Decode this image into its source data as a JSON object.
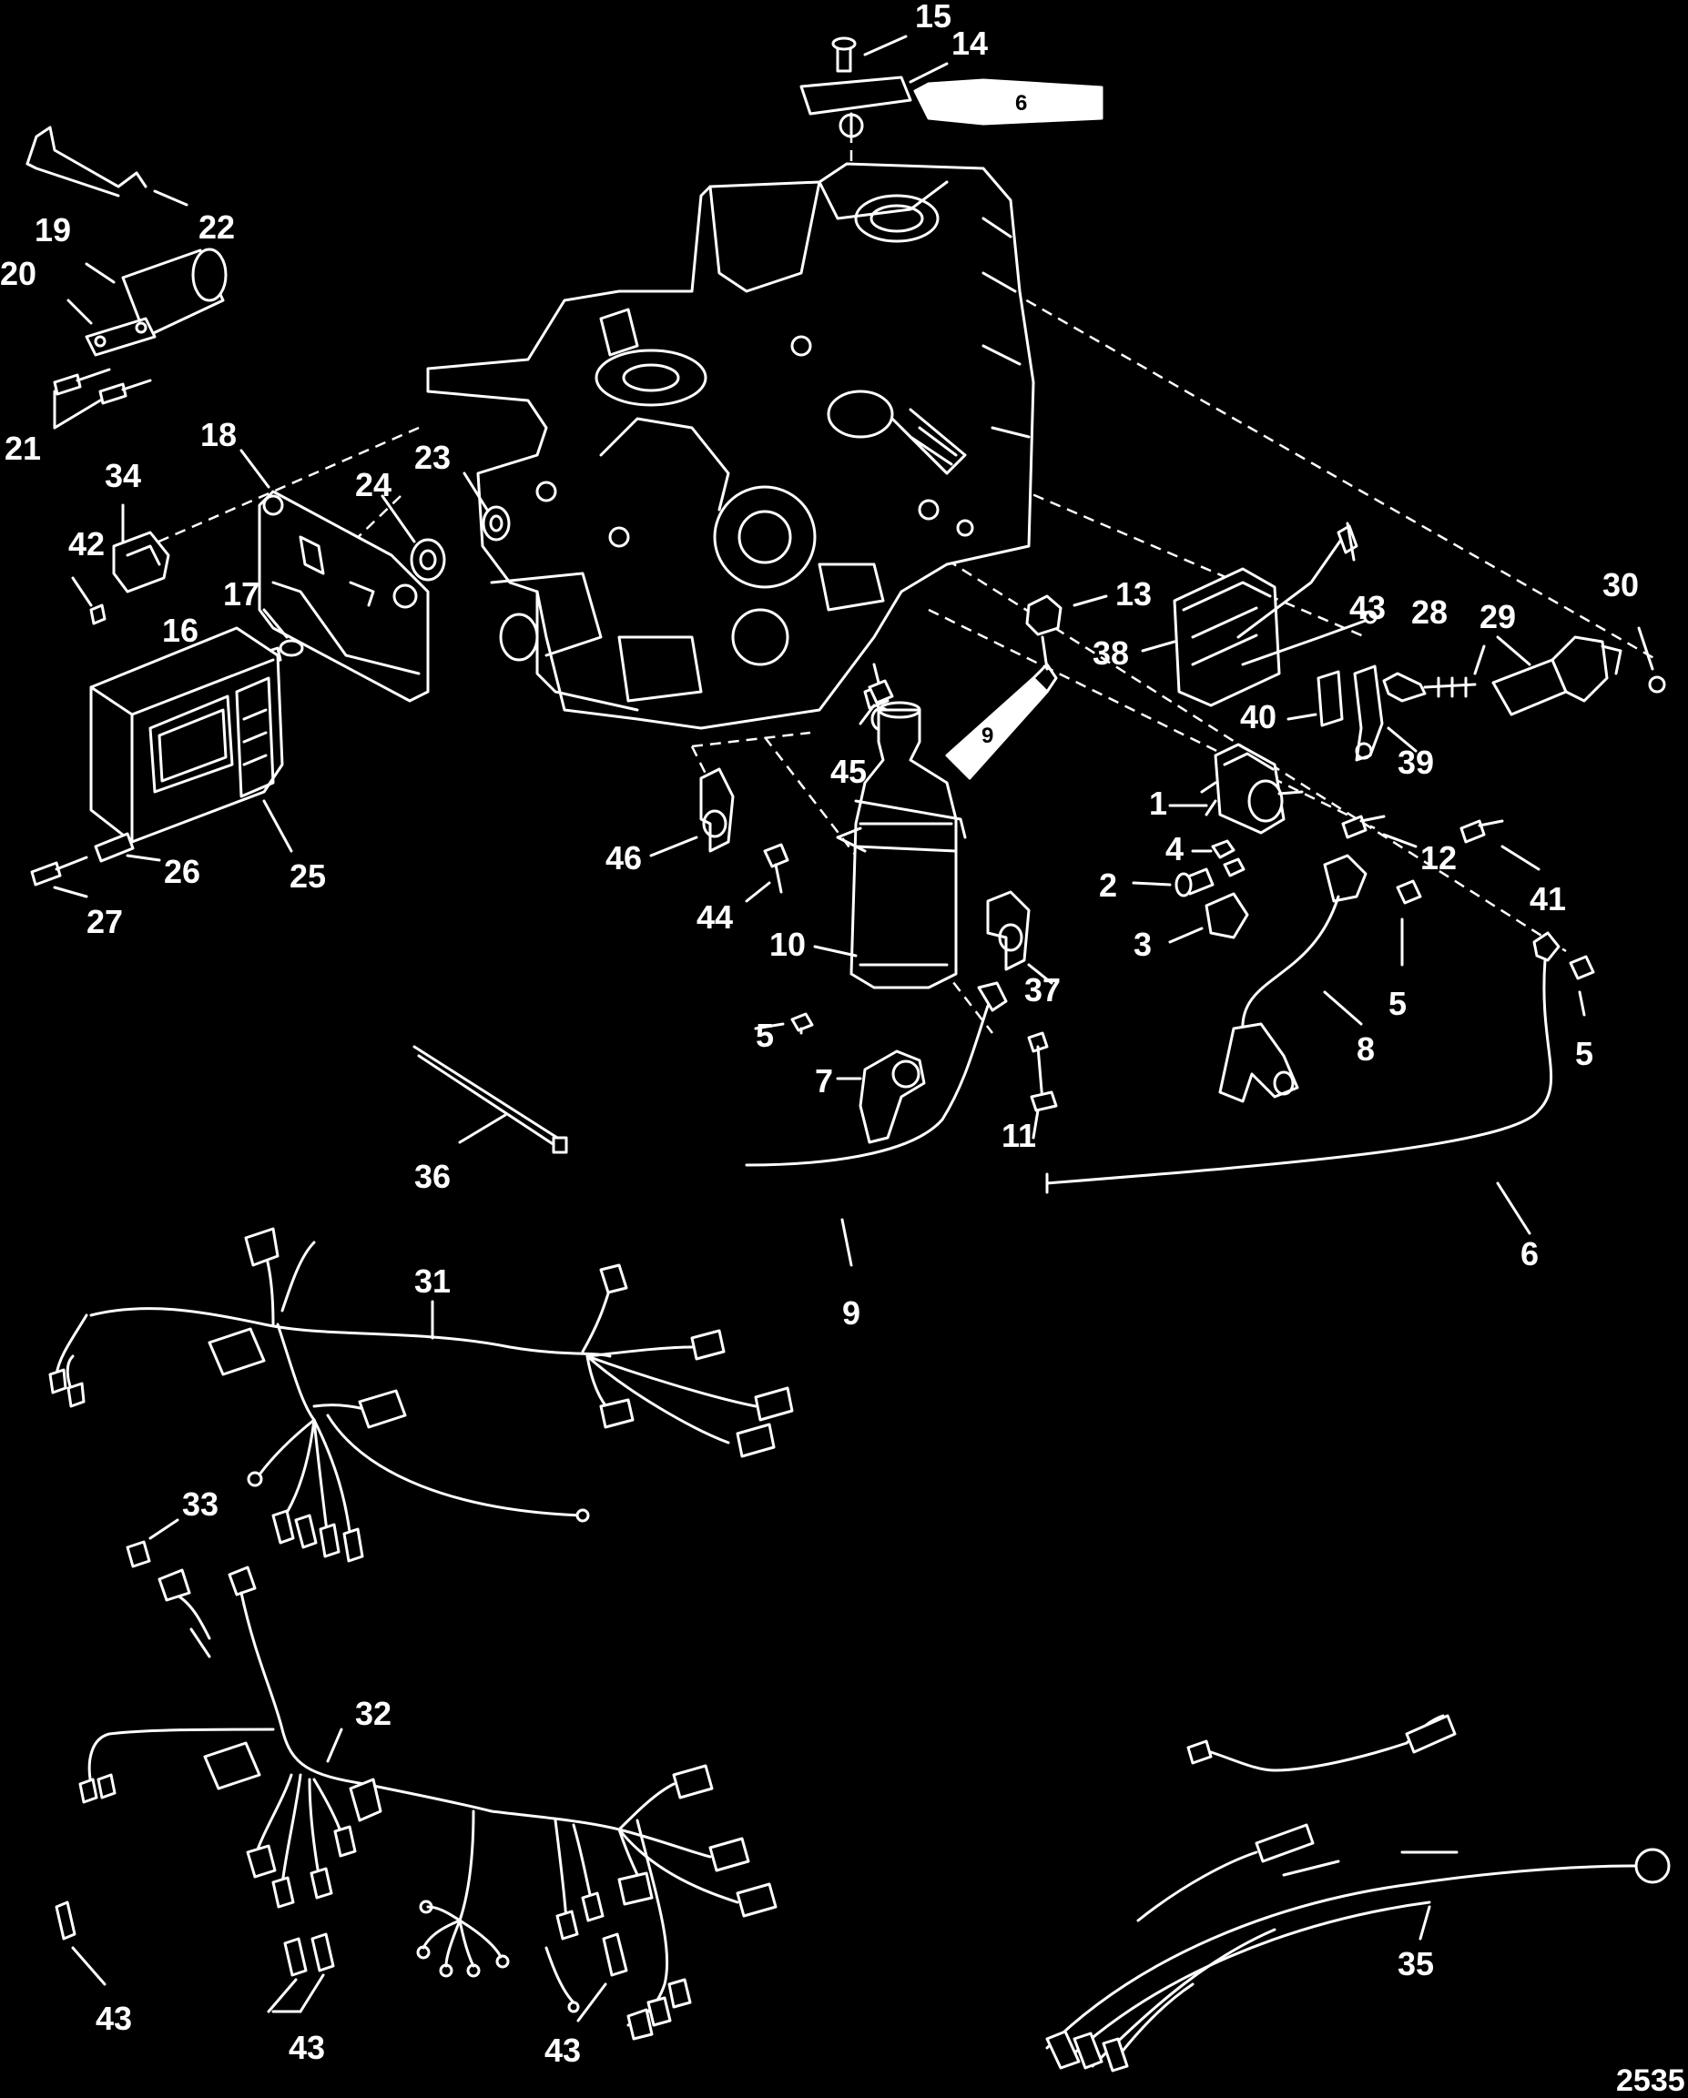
{
  "figure_number": "2535",
  "callouts": [
    {
      "id": "c1",
      "label": "1"
    },
    {
      "id": "c2",
      "label": "2"
    },
    {
      "id": "c3",
      "label": "3"
    },
    {
      "id": "c4a",
      "label": "4"
    },
    {
      "id": "c5a",
      "label": "5"
    },
    {
      "id": "c5b",
      "label": "5"
    },
    {
      "id": "c5c",
      "label": "5"
    },
    {
      "id": "c6",
      "label": "6"
    },
    {
      "id": "c7",
      "label": "7"
    },
    {
      "id": "c8",
      "label": "8"
    },
    {
      "id": "c9",
      "label": "9"
    },
    {
      "id": "c10",
      "label": "10"
    },
    {
      "id": "c11",
      "label": "11"
    },
    {
      "id": "c12",
      "label": "12"
    },
    {
      "id": "c13",
      "label": "13"
    },
    {
      "id": "c14",
      "label": "14"
    },
    {
      "id": "c15",
      "label": "15"
    },
    {
      "id": "c16",
      "label": "16"
    },
    {
      "id": "c17",
      "label": "17"
    },
    {
      "id": "c18",
      "label": "18"
    },
    {
      "id": "c19",
      "label": "19"
    },
    {
      "id": "c20",
      "label": "20"
    },
    {
      "id": "c21",
      "label": "21"
    },
    {
      "id": "c22",
      "label": "22"
    },
    {
      "id": "c23",
      "label": "23"
    },
    {
      "id": "c24",
      "label": "24"
    },
    {
      "id": "c25",
      "label": "25"
    },
    {
      "id": "c26",
      "label": "26"
    },
    {
      "id": "c27",
      "label": "27"
    },
    {
      "id": "c28",
      "label": "28"
    },
    {
      "id": "c29",
      "label": "29"
    },
    {
      "id": "c30",
      "label": "30"
    },
    {
      "id": "c31",
      "label": "31"
    },
    {
      "id": "c32",
      "label": "32"
    },
    {
      "id": "c33",
      "label": "33"
    },
    {
      "id": "c34",
      "label": "34"
    },
    {
      "id": "c35",
      "label": "35"
    },
    {
      "id": "c36",
      "label": "36"
    },
    {
      "id": "c37",
      "label": "37"
    },
    {
      "id": "c38",
      "label": "38"
    },
    {
      "id": "c39",
      "label": "39"
    },
    {
      "id": "c40",
      "label": "40"
    },
    {
      "id": "c41",
      "label": "41"
    },
    {
      "id": "c42",
      "label": "42"
    },
    {
      "id": "c43a",
      "label": "43"
    },
    {
      "id": "c43b",
      "label": "43"
    },
    {
      "id": "c43c",
      "label": "43"
    },
    {
      "id": "c43d",
      "label": "43"
    },
    {
      "id": "c44",
      "label": "44"
    },
    {
      "id": "c45",
      "label": "45"
    },
    {
      "id": "c46",
      "label": "46"
    }
  ],
  "tube_labels": {
    "sealant_top": "6",
    "sealant_mid": "9"
  }
}
